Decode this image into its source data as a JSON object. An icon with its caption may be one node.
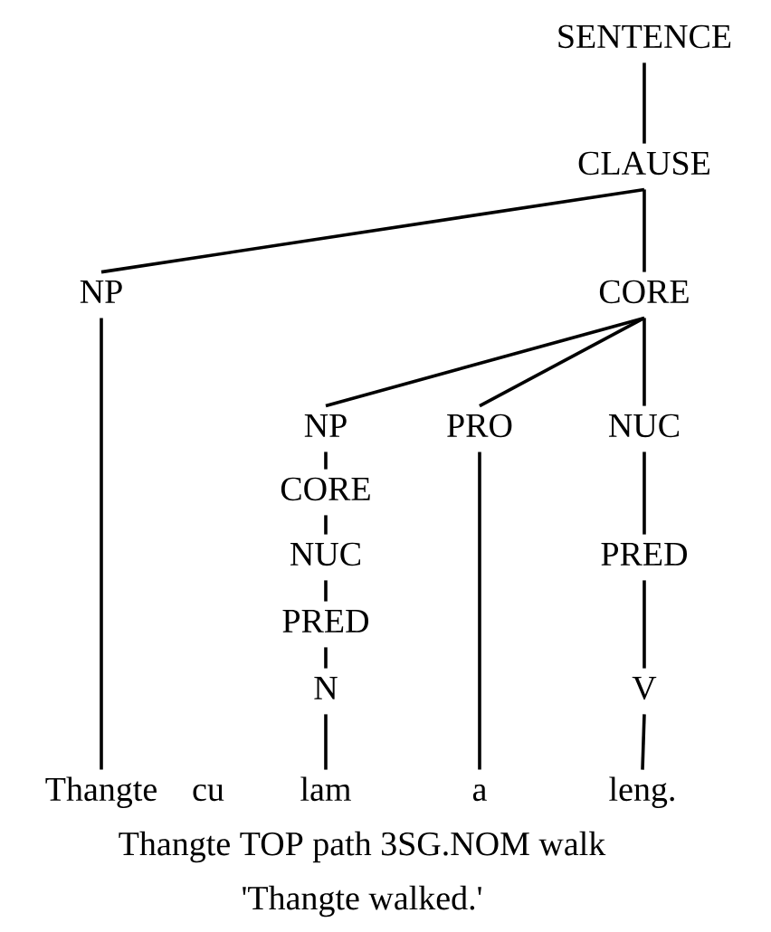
{
  "diagram": {
    "nodes": [
      {
        "text": [
          "SENTENCE"
        ]
      },
      {
        "text": [
          "CLAUSE"
        ]
      },
      {
        "text": [
          "NP"
        ]
      },
      {
        "text": [
          "CORE"
        ]
      },
      {
        "text": [
          "NP"
        ]
      },
      {
        "text": [
          "PRO"
        ]
      },
      {
        "text": [
          "NUC"
        ]
      },
      {
        "text": [
          "CORE"
        ]
      },
      {
        "text": [
          "NUC"
        ]
      },
      {
        "text": [
          "PRED"
        ]
      },
      {
        "text": [
          "N"
        ]
      },
      {
        "text": [
          "PRED"
        ]
      },
      {
        "text": [
          "V"
        ]
      },
      {
        "text": [
          "Thangte"
        ]
      },
      {
        "text": [
          "cu"
        ]
      },
      {
        "text": [
          "lam"
        ]
      },
      {
        "text": [
          "a"
        ]
      },
      {
        "text": [
          "leng."
        ]
      }
    ],
    "edges": [
      {
        "from": 0,
        "to": 1,
        "arrow": "none"
      },
      {
        "from": 1,
        "to": 2,
        "arrow": "none"
      },
      {
        "from": 1,
        "to": 3,
        "arrow": "none"
      },
      {
        "from": 2,
        "to": 13,
        "arrow": "none"
      },
      {
        "from": 3,
        "to": 4,
        "arrow": "none"
      },
      {
        "from": 3,
        "to": 5,
        "arrow": "none"
      },
      {
        "from": 3,
        "to": 6,
        "arrow": "none"
      },
      {
        "from": 4,
        "to": 7,
        "arrow": "none"
      },
      {
        "from": 7,
        "to": 8,
        "arrow": "none"
      },
      {
        "from": 8,
        "to": 9,
        "arrow": "none"
      },
      {
        "from": 9,
        "to": 10,
        "arrow": "none"
      },
      {
        "from": 10,
        "to": 15,
        "arrow": "none"
      },
      {
        "from": 5,
        "to": 16,
        "arrow": "none"
      },
      {
        "from": 6,
        "to": 11,
        "arrow": "none"
      },
      {
        "from": 11,
        "to": 12,
        "arrow": "none"
      },
      {
        "from": 12,
        "to": 17,
        "arrow": "none"
      }
    ],
    "labels": [
      "Thangte TOP path 3SG.NOM walk",
      "'Thangte walked.'"
    ]
  }
}
